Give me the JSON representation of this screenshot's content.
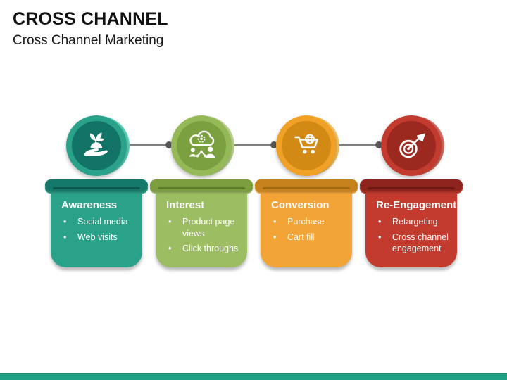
{
  "header": {
    "title": "CROSS CHANNEL",
    "subtitle": "Cross Channel Marketing"
  },
  "connector": {
    "line_color": "#7f7f7f",
    "dot_color": "#595959"
  },
  "footer": {
    "bar_color": "#21a183",
    "bar_edge_color": "#1b8a72"
  },
  "stages": [
    {
      "name": "Awareness",
      "icon": "plant-in-hand",
      "bullets": [
        "Social media",
        "Web visits"
      ],
      "colors": {
        "body": "#2aa189",
        "bar": "#14796b",
        "accent_line": "#0b584e",
        "circle": "#2aa189",
        "circle_inner": "#117466",
        "crescent": "#5bd0b6"
      }
    },
    {
      "name": "Interest",
      "icon": "cloud-gear-network",
      "bullets": [
        "Product page views",
        "Click throughs"
      ],
      "colors": {
        "body": "#9dbd62",
        "bar": "#7c9e3c",
        "accent_line": "#5c7a28",
        "circle": "#96b957",
        "circle_inner": "#7ba03f",
        "crescent": "#bed595"
      }
    },
    {
      "name": "Conversion",
      "icon": "cart-globe",
      "bullets": [
        "Purchase",
        "Cart fill"
      ],
      "colors": {
        "body": "#f2a437",
        "bar": "#c8821b",
        "accent_line": "#a2690e",
        "circle": "#f0a126",
        "circle_inner": "#d28a14",
        "crescent": "#f6c569"
      }
    },
    {
      "name": "Re-Engagement",
      "icon": "target-dart",
      "bullets": [
        "Retargeting",
        "Cross channel engagement"
      ],
      "colors": {
        "body": "#c23b2e",
        "bar": "#8e241d",
        "accent_line": "#6e1913",
        "circle": "#c23b2e",
        "circle_inner": "#9c291f",
        "crescent": "#d4685e"
      }
    }
  ]
}
